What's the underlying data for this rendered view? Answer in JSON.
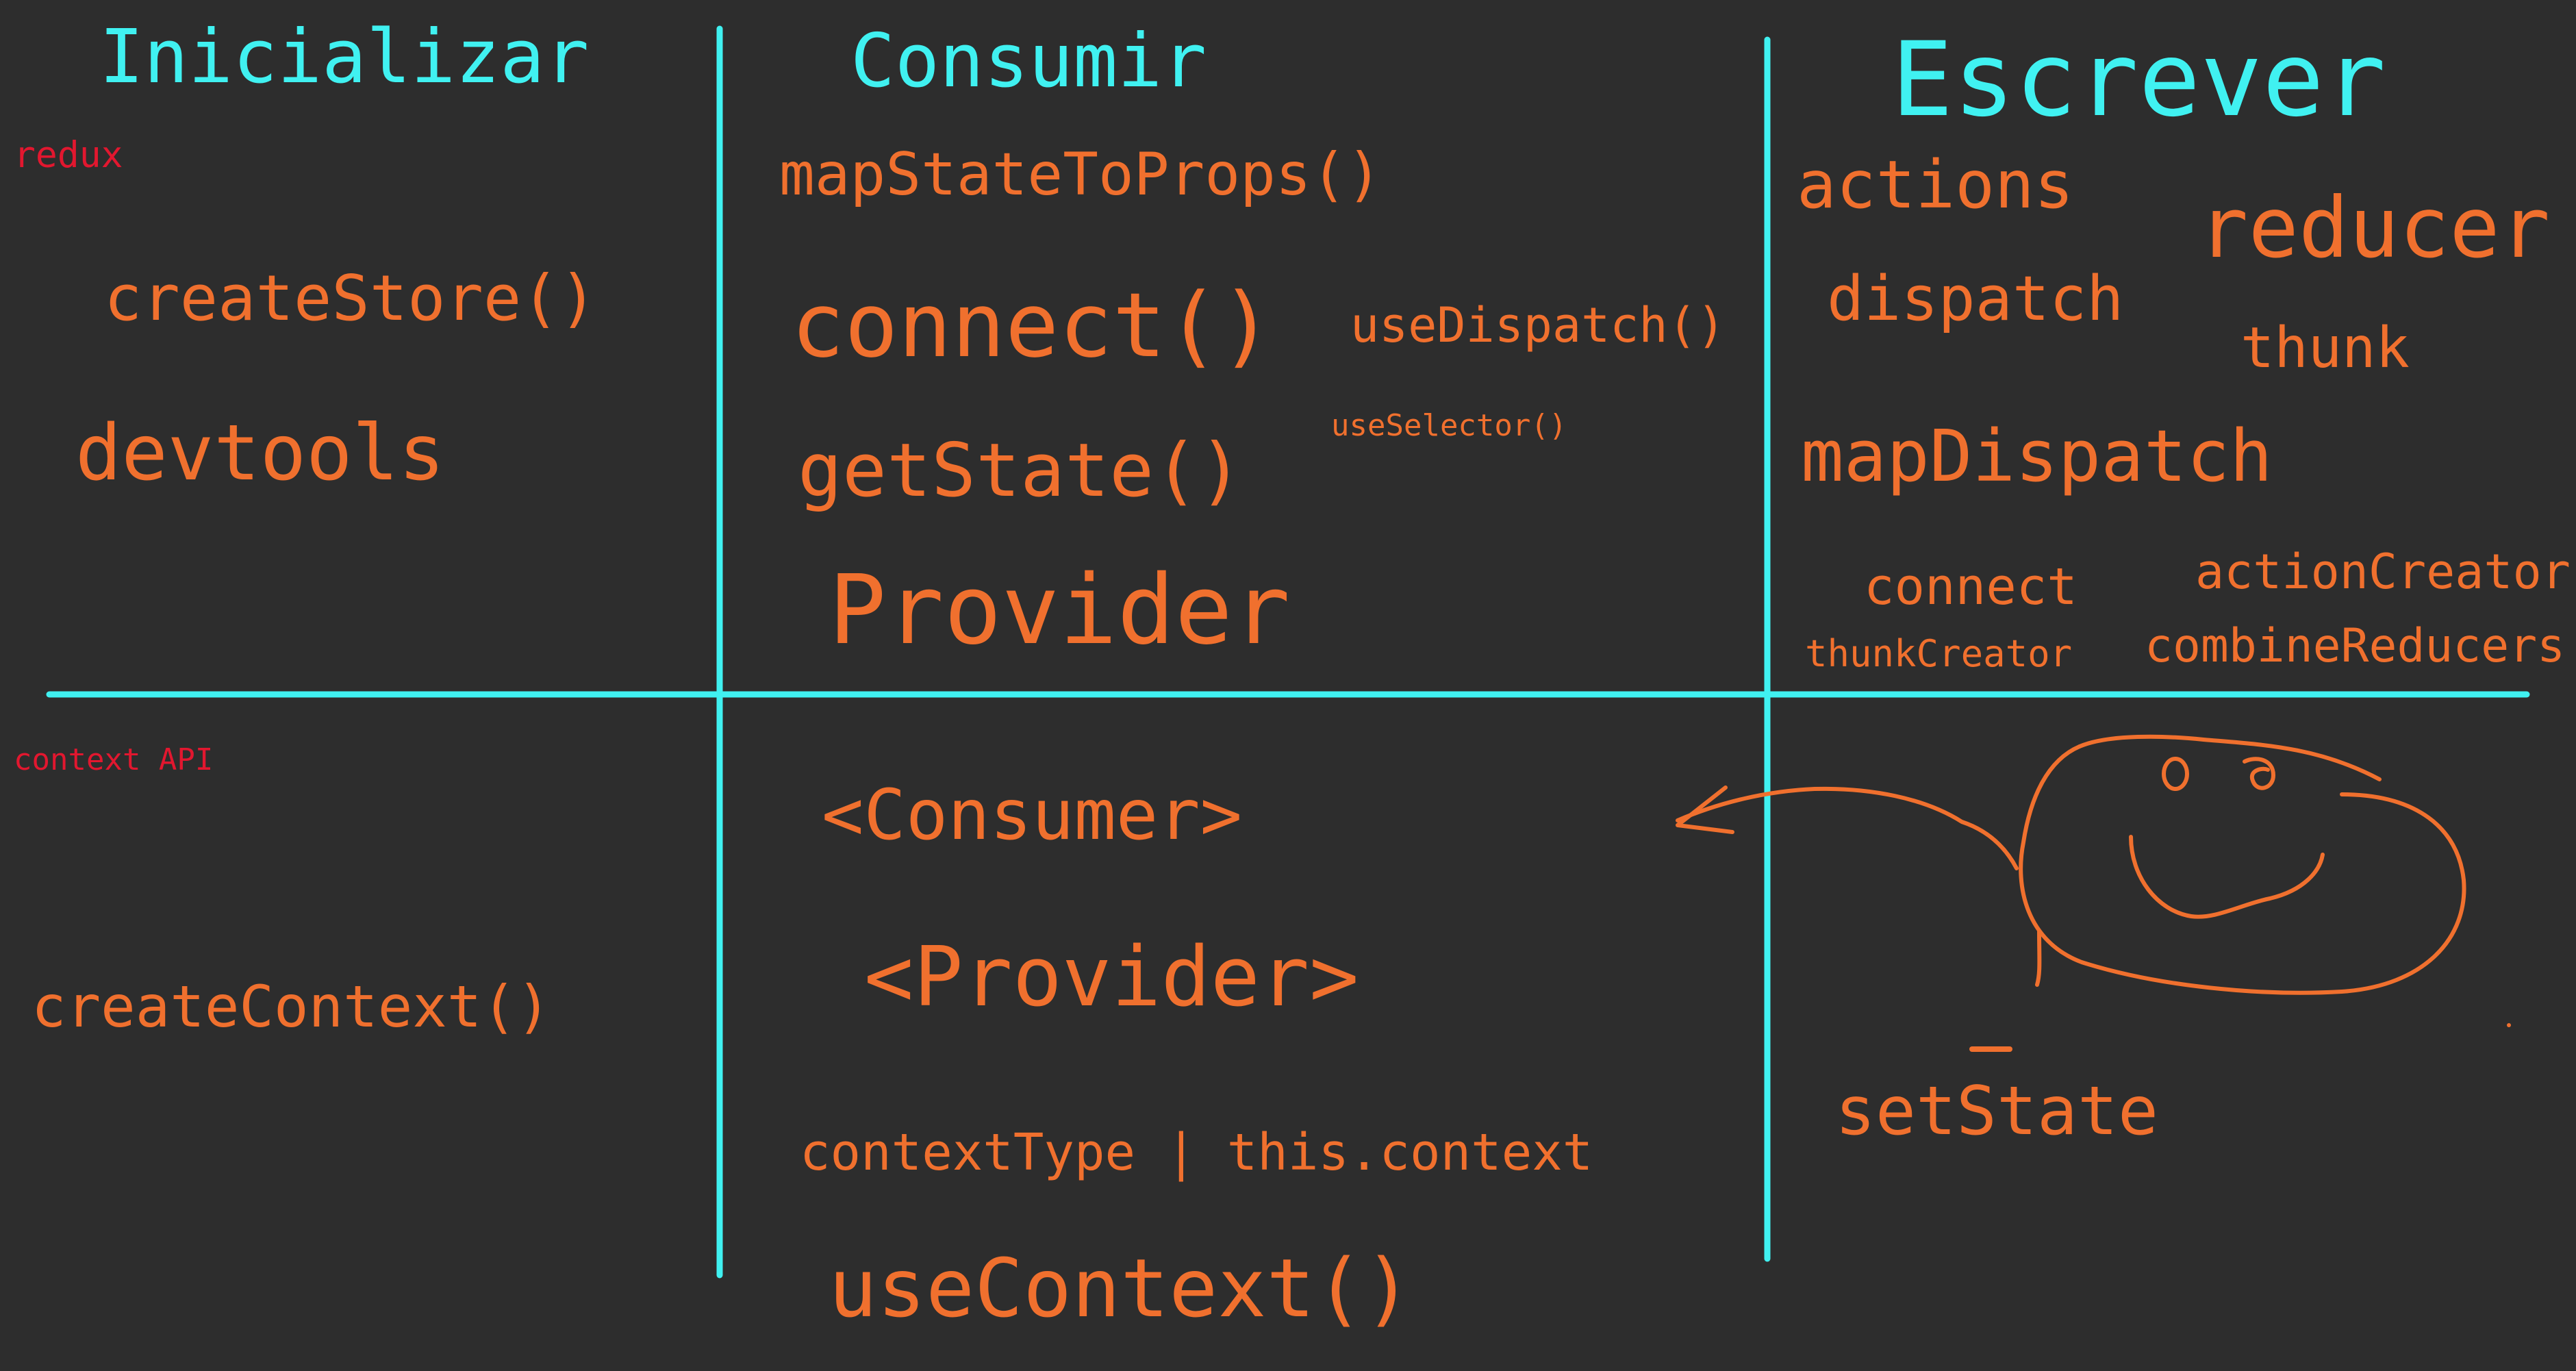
{
  "colors": {
    "background": "#2d2d2d",
    "heading": "#40f1f1",
    "term": "#f0702e",
    "tag": "#e2172f",
    "divider": "#40f1f1"
  },
  "headings": {
    "inicializar": "Inicializar",
    "consumir": "Consumir",
    "escrever": "Escrever"
  },
  "tags": {
    "redux": "redux",
    "context_api": "context API"
  },
  "redux": {
    "inicializar": {
      "create_store": "createStore()",
      "devtools": "devtools"
    },
    "consumir": {
      "map_state_to_props": "mapStateToProps()",
      "connect": "connect()",
      "use_dispatch": "useDispatch()",
      "use_selector": "useSelector()",
      "get_state": "getState()",
      "provider": "Provider"
    },
    "escrever": {
      "actions": "actions",
      "reducer": "reducer",
      "dispatch": "dispatch",
      "thunk": "thunk",
      "map_dispatch": "mapDispatch",
      "connect": "connect",
      "action_creator": "actionCreator",
      "thunk_creator": "thunkCreator",
      "combine_reducers": "combineReducers"
    }
  },
  "context": {
    "inicializar": {
      "create_context": "createContext()"
    },
    "consumir": {
      "consumer": "<Consumer>",
      "provider": "<Provider>",
      "context_type": "contextType | this.context",
      "use_context": "useContext()"
    },
    "escrever": {
      "set_state": "setState"
    }
  },
  "drawing": {
    "doodle": "smiley-face-doodle",
    "arrow": "arrow-left-icon"
  }
}
